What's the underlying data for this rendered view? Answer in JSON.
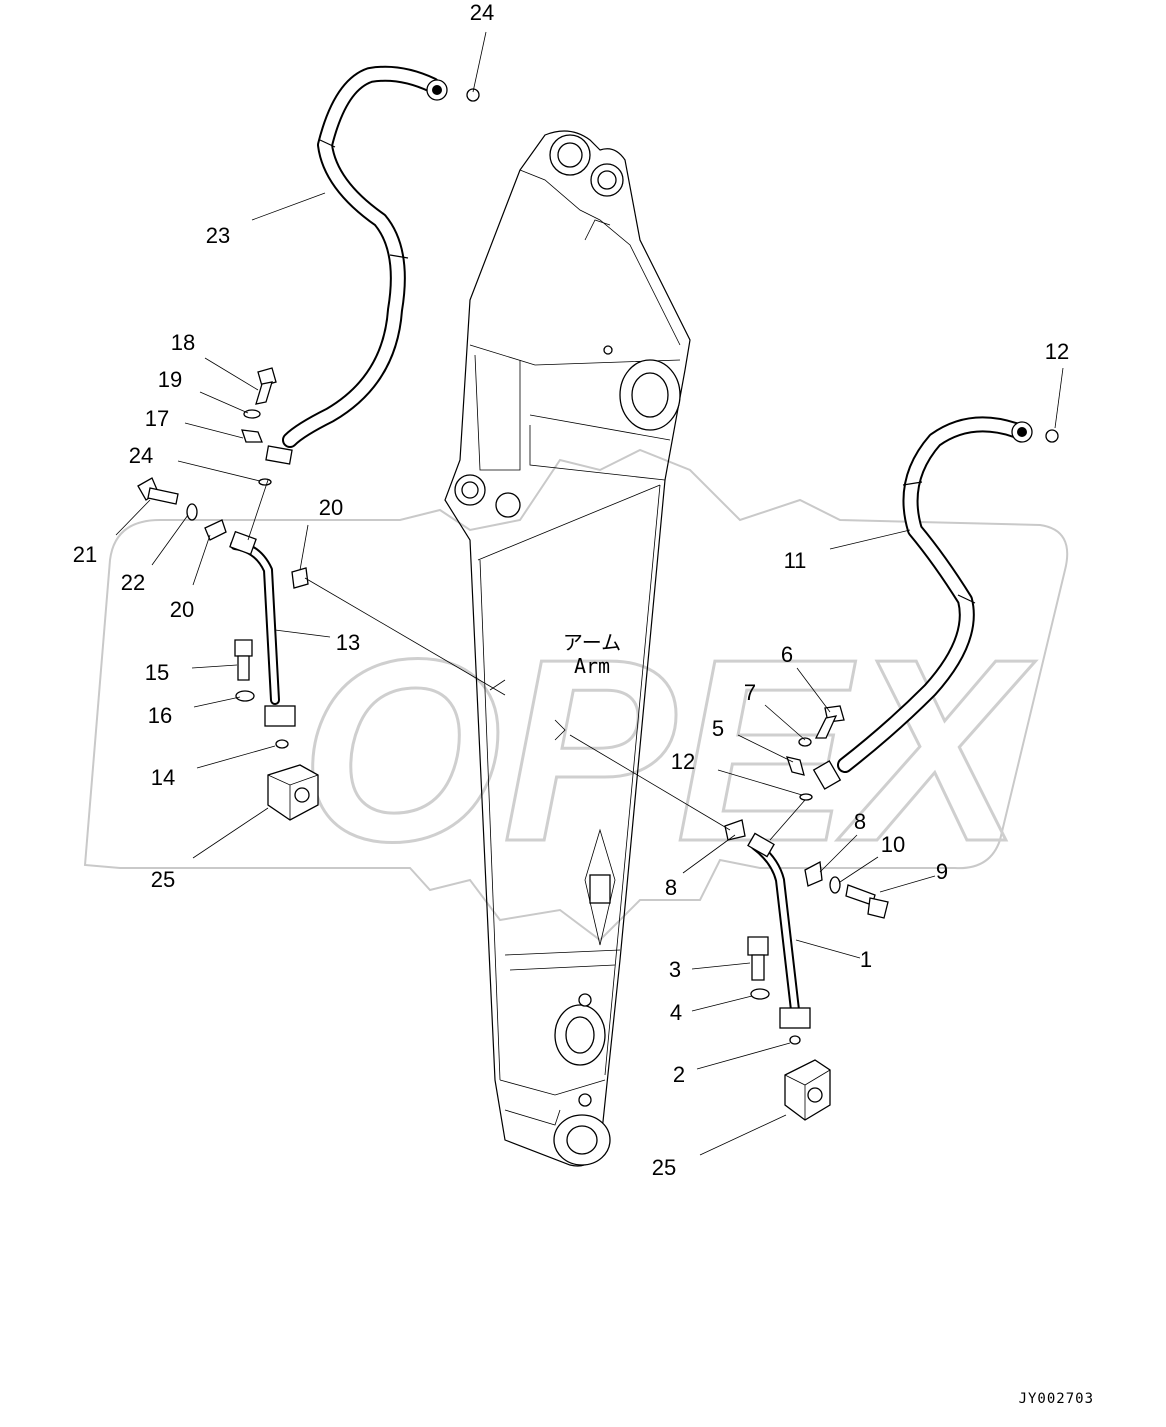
{
  "arm_label_jp": "アーム",
  "arm_label_en": "Arm",
  "watermark": "OPEX",
  "drawing_code": "JY002703",
  "callouts": {
    "c1": "1",
    "c2": "2",
    "c3": "3",
    "c4": "4",
    "c5": "5",
    "c6": "6",
    "c7": "7",
    "c8a": "8",
    "c8b": "8",
    "c9": "9",
    "c10": "10",
    "c11": "11",
    "c12a": "12",
    "c12b": "12",
    "c13": "13",
    "c14": "14",
    "c15": "15",
    "c16": "16",
    "c17": "17",
    "c18": "18",
    "c19": "19",
    "c20a": "20",
    "c20b": "20",
    "c21": "21",
    "c22": "22",
    "c23": "23",
    "c24a": "24",
    "c24b": "24",
    "c25a": "25",
    "c25b": "25"
  }
}
